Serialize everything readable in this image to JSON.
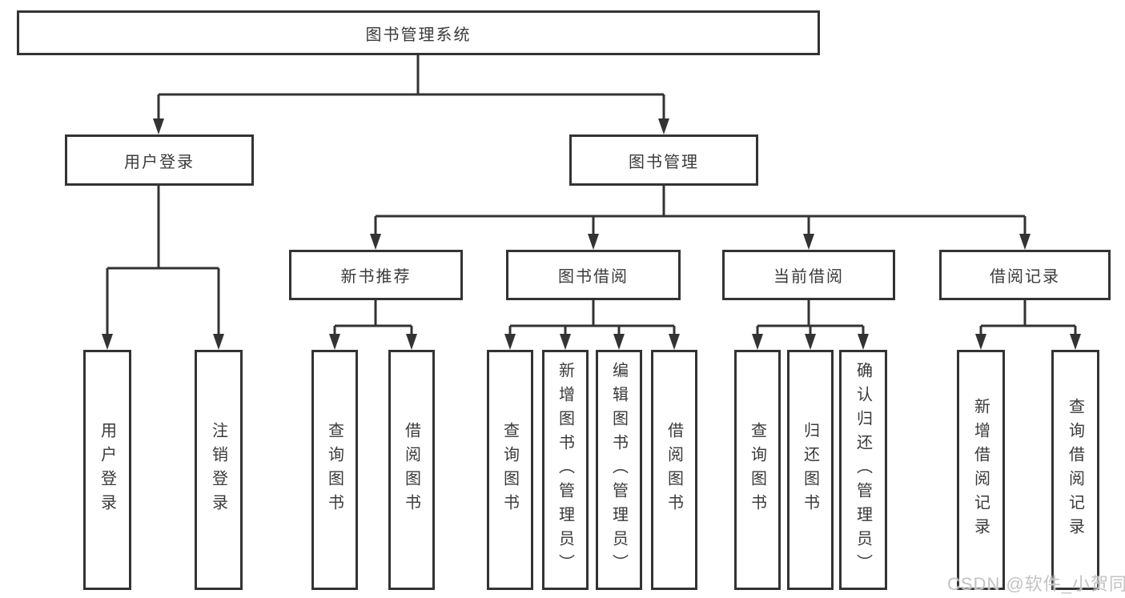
{
  "diagram": {
    "title": "图书管理系统",
    "nodes": {
      "root": "图书管理系统",
      "user_login": "用户登录",
      "book_management": "图书管理",
      "new_book_recommend": "新书推荐",
      "book_borrow": "图书借阅",
      "current_borrow": "当前借阅",
      "borrow_records": "借阅记录",
      "leaf_user_login": "用户登录",
      "leaf_logout": "注销登录",
      "leaf_nb_query_books": "查询图书",
      "leaf_nb_borrow_books": "借阅图书",
      "leaf_bb_query_books": "查询图书",
      "leaf_bb_add_books_admin": "新增图书（管理员）",
      "leaf_bb_edit_books_admin": "编辑图书（管理员）",
      "leaf_bb_borrow_books": "借阅图书",
      "leaf_cb_query_books": "查询图书",
      "leaf_cb_return_books": "归还图书",
      "leaf_cb_confirm_return_admin": "确认归还（管理员）",
      "leaf_br_add_record": "新增借阅记录",
      "leaf_br_query_record": "查询借阅记录"
    },
    "colors": {
      "line": "#333333",
      "box_border": "#333333",
      "box_fill": "#ffffff",
      "text": "#3a3a3a",
      "watermark": "#c3c3c3",
      "background": "#ffffff"
    }
  },
  "watermark": "CSDN @软件_小贺同学"
}
